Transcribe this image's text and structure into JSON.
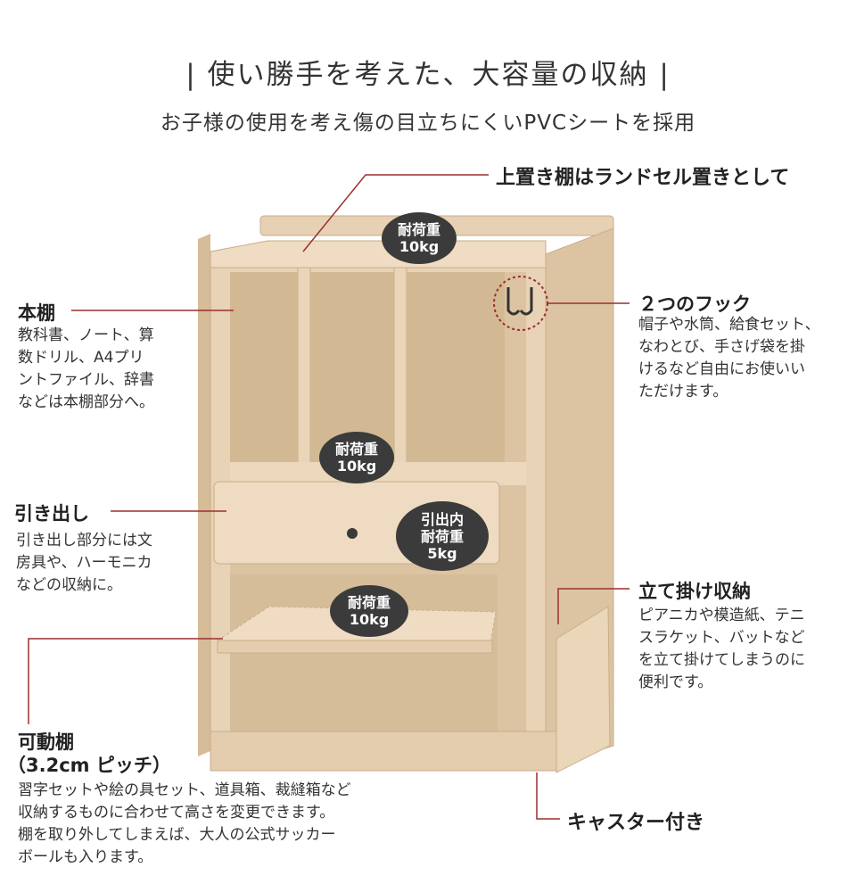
{
  "header": {
    "title": "| 使い勝手を考えた、大容量の収納 |",
    "subtitle": "お子様の使用を考え傷の目立ちにくいPVCシートを採用"
  },
  "callouts": {
    "top_shelf": {
      "title": "上置き棚はランドセル置きとして"
    },
    "bookshelf": {
      "title": "本棚",
      "lines": [
        "教科書、ノート、算",
        "数ドリル、A4プリ",
        "ントファイル、辞書",
        "などは本棚部分へ。"
      ]
    },
    "hooks": {
      "title": "２つのフック",
      "lines": [
        "帽子や水筒、給食セット、",
        "なわとび、手さげ袋を掛",
        "けるなど自由にお使いい",
        "ただけます。"
      ]
    },
    "drawer": {
      "title": "引き出し",
      "lines": [
        "引き出し部分には文",
        "房具や、ハーモニカ",
        "などの収納に。"
      ]
    },
    "standing": {
      "title": "立て掛け収納",
      "lines": [
        "ピアニカや模造紙、テニ",
        "スラケット、バットなど",
        "を立て掛けてしまうのに",
        "便利です。"
      ]
    },
    "adjustable": {
      "title": "可動棚",
      "title2": "（3.2cm ピッチ）",
      "lines": [
        "習字セットや絵の具セット、道具箱、裁縫箱など",
        "収納するものに合わせて高さを変更できます。",
        "棚を取り外してしまえば、大人の公式サッカー",
        "ボールも入ります。"
      ]
    },
    "casters": {
      "title": "キャスター付き"
    }
  },
  "badges": {
    "top": {
      "line1": "耐荷重",
      "line2": "10kg"
    },
    "middle": {
      "line1": "耐荷重",
      "line2": "10kg"
    },
    "drawer": {
      "line1": "引出内",
      "line2": "耐荷重",
      "line3": "5kg"
    },
    "shelf": {
      "line1": "耐荷重",
      "line2": "10kg"
    }
  },
  "colors": {
    "leader_line": "#9b2f2f",
    "wood_light": "#ead7bd",
    "wood_mid": "#dcc4a3",
    "wood_dark": "#c9ad88",
    "badge_bg": "#3b3b3b"
  }
}
